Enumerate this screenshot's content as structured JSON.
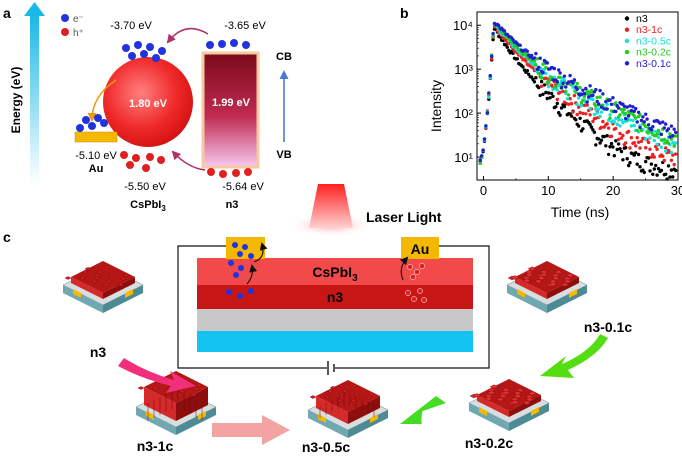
{
  "panel_a": {
    "label": "a",
    "energy_axis": "Energy (eV)",
    "legend": {
      "electron": "e⁻",
      "hole": "h⁺"
    },
    "cspbi3": {
      "name": "CsPbI",
      "name_sub": "3",
      "bandgap": "1.80 eV",
      "cb": "-3.70 eV",
      "vb": "-5.50 eV"
    },
    "n3": {
      "name": "n3",
      "bandgap": "1.99 eV",
      "cb": "-3.65 eV",
      "vb": "-5.64 eV"
    },
    "au": {
      "name": "Au",
      "work_function": "-5.10 eV"
    },
    "cb_label": "CB",
    "vb_label": "VB"
  },
  "panel_b": {
    "label": "b",
    "chart_data": {
      "type": "scatter",
      "xlabel": "Time (ns)",
      "ylabel": "Intensity",
      "yscale": "log",
      "xlim": [
        -1,
        30
      ],
      "ylim": [
        3,
        20000
      ],
      "xticks": [
        0,
        10,
        20,
        30
      ],
      "yticks": [
        10,
        100,
        1000,
        10000
      ],
      "ytick_labels": [
        "10¹",
        "10²",
        "10³",
        "10⁴"
      ],
      "legend_position": "top-right",
      "series": [
        {
          "name": "n3",
          "color": "#000000",
          "peak": 9000,
          "tau1": 1.6,
          "tau2": 3.5,
          "floor": 4.5
        },
        {
          "name": "n3-1c",
          "color": "#ee2020",
          "peak": 10500,
          "tau1": 1.8,
          "tau2": 4.3,
          "floor": 5.5
        },
        {
          "name": "n3-0.5c",
          "color": "#16e0e0",
          "peak": 11000,
          "tau1": 2.0,
          "tau2": 5.2,
          "floor": 6
        },
        {
          "name": "n3-0.2c",
          "color": "#22cc22",
          "peak": 11500,
          "tau1": 2.1,
          "tau2": 5.6,
          "floor": 6
        },
        {
          "name": "n3-0.1c",
          "color": "#1f1fd0",
          "peak": 12500,
          "tau1": 2.2,
          "tau2": 5.9,
          "floor": 5
        }
      ]
    }
  },
  "panel_c": {
    "label": "c",
    "laser": "Laser Light",
    "au": "Au",
    "layers": {
      "cspbi3": "CsPbI",
      "cspbi3_sub": "3",
      "n3": "n3"
    },
    "devices": [
      "n3",
      "n3-1c",
      "n3-0.5c",
      "n3-0.2c",
      "n3-0.1c"
    ]
  },
  "colors": {
    "electron": "#2233dd",
    "hole": "#e02020",
    "cspbi3_layer": "#f24a4a",
    "n3_layer": "#c81616",
    "gray_layer": "#c8c8c8",
    "substrate_layer": "#13c4f0",
    "gold": "#f5b800"
  }
}
